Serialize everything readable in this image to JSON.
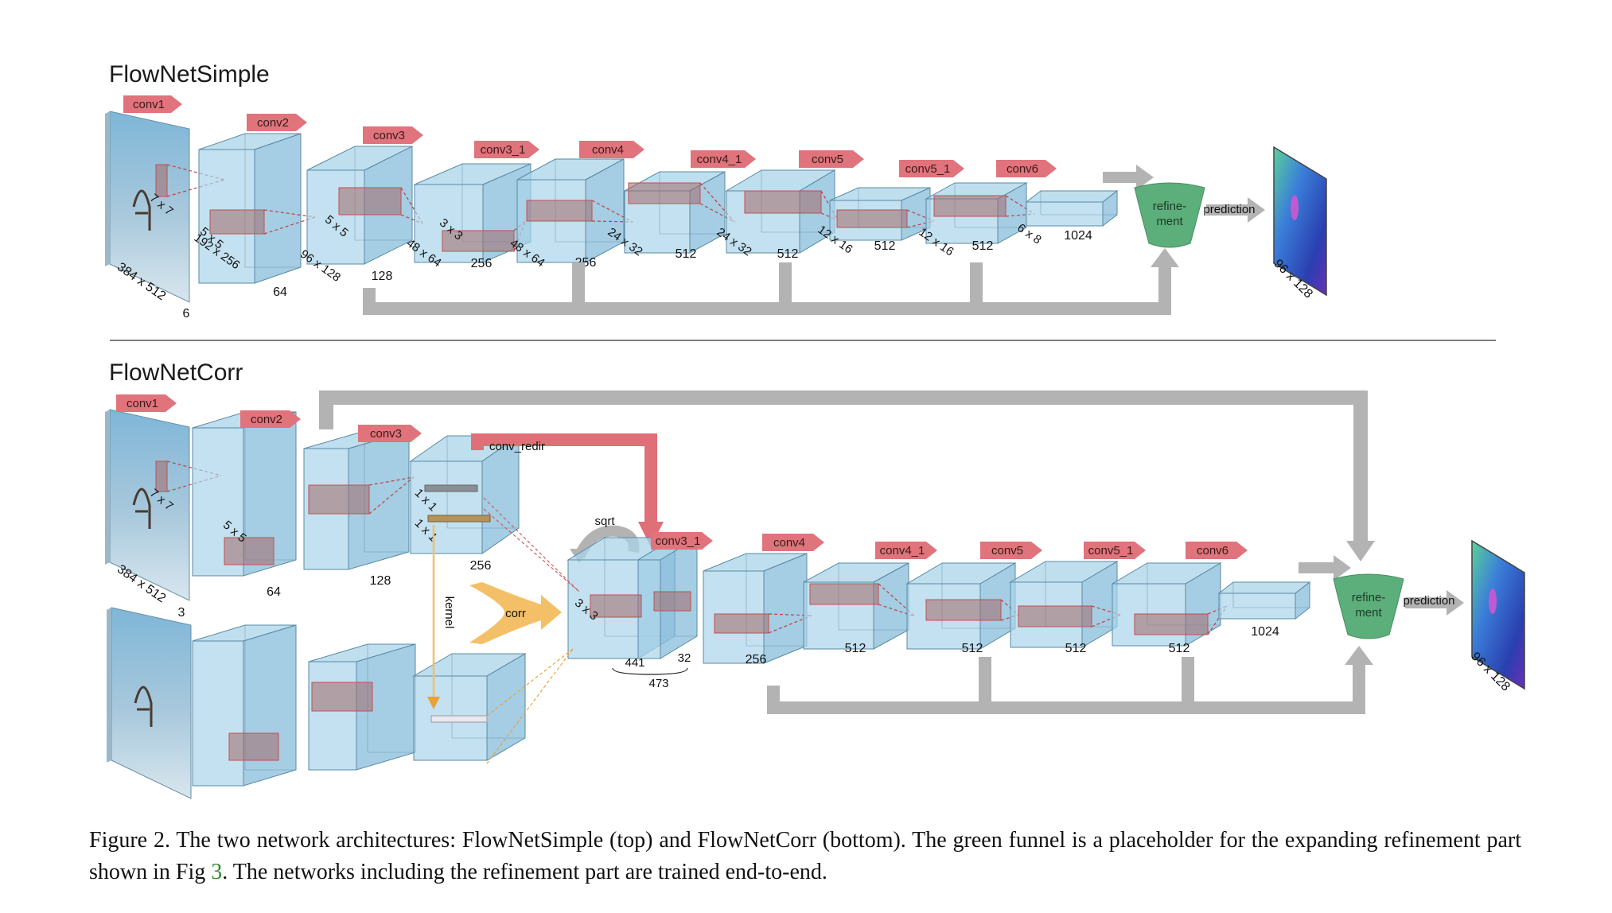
{
  "sections": {
    "simple_title": "FlowNetSimple",
    "corr_title": "FlowNetCorr"
  },
  "colors": {
    "block_face": "#a9d4ea",
    "block_edge": "#5a8aa3",
    "label_arrow": "#e0737b",
    "refinement": "#5cae7a",
    "skip_gray": "#b3b3b3",
    "corr_orange": "#f3c067",
    "redir_red": "#e07078",
    "caption_link": "#2e8b2e"
  },
  "simple": {
    "layers": [
      {
        "name": "conv1",
        "kernel": "7 x 7",
        "spatial": "384 x 512",
        "channels": "6"
      },
      {
        "name": "conv2",
        "kernel": "5 x 5",
        "spatial": "192 x 256",
        "channels": "64"
      },
      {
        "name": "conv3",
        "kernel": "5 x 5",
        "spatial": "96 x 128",
        "channels": "128"
      },
      {
        "name": "conv3_1",
        "kernel": "3 x 3",
        "spatial": "48 x 64",
        "channels": "256"
      },
      {
        "name": "conv4",
        "kernel": "",
        "spatial": "48 x 64",
        "channels": "256"
      },
      {
        "name": "conv4_1",
        "kernel": "",
        "spatial": "24 x 32",
        "channels": "512"
      },
      {
        "name": "conv5",
        "kernel": "",
        "spatial": "24 x 32",
        "channels": "512"
      },
      {
        "name": "conv5_1",
        "kernel": "",
        "spatial": "12 x 16",
        "channels": "512"
      },
      {
        "name": "conv6",
        "kernel": "",
        "spatial": "12 x 16",
        "channels": "512"
      },
      {
        "name": "",
        "kernel": "",
        "spatial": "6 x 8",
        "channels": "1024"
      }
    ],
    "refinement": "refine-\nment",
    "prediction": "prediction",
    "output_size": "96 x 128"
  },
  "corr": {
    "layers": [
      {
        "name": "conv1",
        "kernel": "7 x 7",
        "spatial": "384 x 512",
        "channels": "3"
      },
      {
        "name": "conv2",
        "kernel": "5 x 5",
        "channels": "64"
      },
      {
        "name": "conv3",
        "channels": "128"
      },
      {
        "name": "",
        "kernel_a": "1 x 1",
        "kernel_b": "1 x 1",
        "channels": "256"
      }
    ],
    "conv_redir": "conv_redir",
    "sqrt": "sqrt",
    "kernel_label": "kernel",
    "corr_label": "corr",
    "corr_block": {
      "kernel": "3 x 3",
      "channels_a": "441",
      "channels_b": "32",
      "total": "473"
    },
    "tail_layers": [
      {
        "name": "conv3_1",
        "channels": "256"
      },
      {
        "name": "conv4",
        "channels": "512"
      },
      {
        "name": "conv4_1",
        "channels": "512"
      },
      {
        "name": "conv5",
        "channels": "512"
      },
      {
        "name": "conv5_1",
        "channels": "512"
      },
      {
        "name": "conv6",
        "channels": "1024"
      }
    ],
    "refinement": "refine-\nment",
    "prediction": "prediction",
    "output_size": "96 x 128"
  },
  "caption": {
    "text_before": "Figure 2. The two network architectures: FlowNetSimple (top) and FlowNetCorr (bottom).  The green funnel is a placeholder for the expanding refinement part shown in Fig ",
    "fig_ref": "3",
    "text_after": ". The networks including the refinement part are trained end-to-end."
  }
}
